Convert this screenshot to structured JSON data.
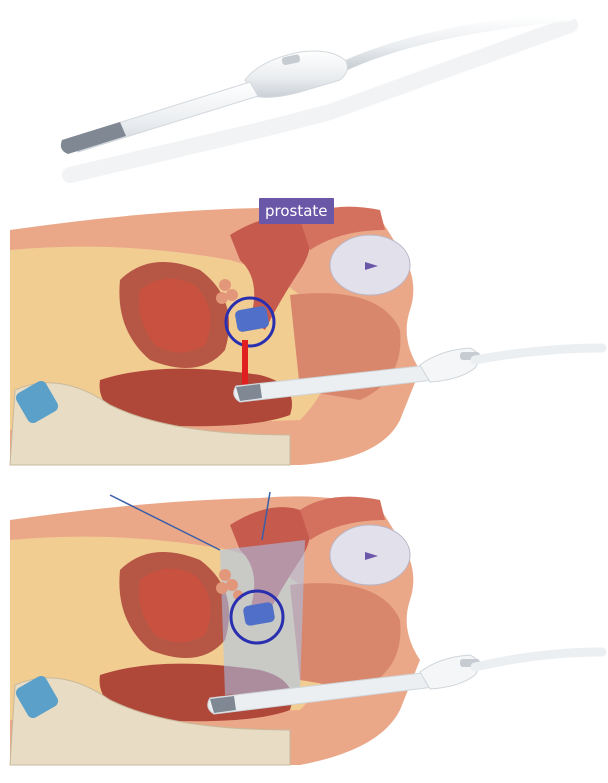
{
  "labels": {
    "prostate": "prostate"
  },
  "colors": {
    "tissue": "#e9a081",
    "tissue_dark": "#b65645",
    "muscle": "#c8523f",
    "fat": "#f1c98a",
    "bone": "#e8dcc5",
    "probe": "#eceff2",
    "probe_shadow": "#cfd5da",
    "target_circle": "#2a2fb0",
    "prostate_fill": "#4f6fc8",
    "needle_line": "#e02020",
    "beam": "#a8c6f0",
    "label_bg": "#6b57a8"
  },
  "icons": [
    "ultrasound-probe",
    "anatomy-cross-section",
    "prostate-target-circle"
  ]
}
